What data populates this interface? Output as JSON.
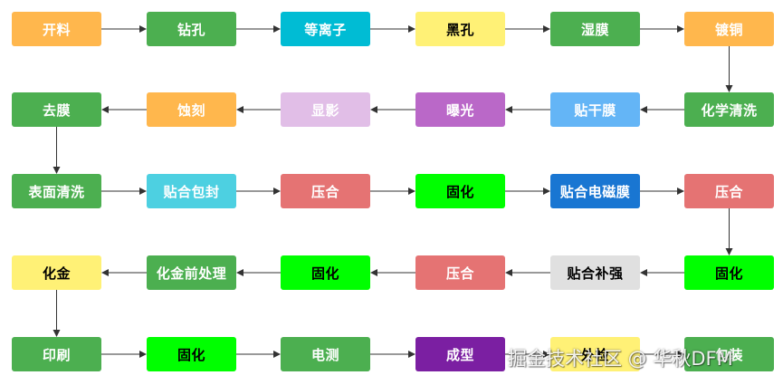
{
  "colors": {
    "green": "#4caf50",
    "orange": "#ffb74d",
    "cyan": "#00bcd4",
    "yellow": "#fff176",
    "lavender": "#e1bee7",
    "purple": "#ba68c8",
    "lightblue": "#64b5f6",
    "skyblue": "#4dd0e1",
    "salmon": "#e57373",
    "lime": "#00ff00",
    "blue": "#1976d2",
    "gray": "#e0e0e0",
    "deeppurple": "#7b1fa2"
  },
  "nodes": [
    {
      "label": "开料",
      "color": "orange",
      "text": "#ffffff"
    },
    {
      "label": "钻孔",
      "color": "green",
      "text": "#ffffff"
    },
    {
      "label": "等离子",
      "color": "cyan",
      "text": "#ffffff"
    },
    {
      "label": "黑孔",
      "color": "yellow",
      "text": "#000000"
    },
    {
      "label": "湿膜",
      "color": "green",
      "text": "#ffffff"
    },
    {
      "label": "镀铜",
      "color": "orange",
      "text": "#ffffff"
    },
    {
      "label": "去膜",
      "color": "green",
      "text": "#ffffff"
    },
    {
      "label": "蚀刻",
      "color": "orange",
      "text": "#ffffff"
    },
    {
      "label": "显影",
      "color": "lavender",
      "text": "#ffffff"
    },
    {
      "label": "曝光",
      "color": "purple",
      "text": "#ffffff"
    },
    {
      "label": "贴干膜",
      "color": "lightblue",
      "text": "#ffffff"
    },
    {
      "label": "化学清洗",
      "color": "green",
      "text": "#ffffff"
    },
    {
      "label": "表面清洗",
      "color": "green",
      "text": "#ffffff"
    },
    {
      "label": "贴合包封",
      "color": "skyblue",
      "text": "#ffffff"
    },
    {
      "label": "压合",
      "color": "salmon",
      "text": "#ffffff"
    },
    {
      "label": "固化",
      "color": "lime",
      "text": "#000000"
    },
    {
      "label": "贴合电磁膜",
      "color": "blue",
      "text": "#ffffff"
    },
    {
      "label": "压合",
      "color": "salmon",
      "text": "#ffffff"
    },
    {
      "label": "化金",
      "color": "yellow",
      "text": "#000000"
    },
    {
      "label": "化金前处理",
      "color": "green",
      "text": "#ffffff"
    },
    {
      "label": "固化",
      "color": "lime",
      "text": "#000000"
    },
    {
      "label": "压合",
      "color": "salmon",
      "text": "#ffffff"
    },
    {
      "label": "贴合补强",
      "color": "gray",
      "text": "#000000"
    },
    {
      "label": "固化",
      "color": "lime",
      "text": "#000000"
    },
    {
      "label": "印刷",
      "color": "green",
      "text": "#ffffff"
    },
    {
      "label": "固化",
      "color": "lime",
      "text": "#000000"
    },
    {
      "label": "电测",
      "color": "green",
      "text": "#ffffff"
    },
    {
      "label": "成型",
      "color": "deeppurple",
      "text": "#ffffff"
    },
    {
      "label": "外检",
      "color": "yellow",
      "text": "#000000"
    },
    {
      "label": "包装",
      "color": "green",
      "text": "#ffffff"
    }
  ],
  "edges": [
    [
      0,
      1
    ],
    [
      1,
      2
    ],
    [
      2,
      3
    ],
    [
      3,
      4
    ],
    [
      4,
      5
    ],
    [
      5,
      11
    ],
    [
      11,
      10
    ],
    [
      10,
      9
    ],
    [
      9,
      8
    ],
    [
      8,
      7
    ],
    [
      7,
      6
    ],
    [
      6,
      12
    ],
    [
      12,
      13
    ],
    [
      13,
      14
    ],
    [
      14,
      15
    ],
    [
      15,
      16
    ],
    [
      16,
      17
    ],
    [
      17,
      23
    ],
    [
      23,
      22
    ],
    [
      22,
      21
    ],
    [
      21,
      20
    ],
    [
      20,
      19
    ],
    [
      19,
      18
    ],
    [
      18,
      24
    ],
    [
      24,
      25
    ],
    [
      25,
      26
    ],
    [
      26,
      27
    ],
    [
      27,
      28
    ],
    [
      28,
      29
    ]
  ],
  "watermark": "掘金技术社区 @ 华秋DFM"
}
